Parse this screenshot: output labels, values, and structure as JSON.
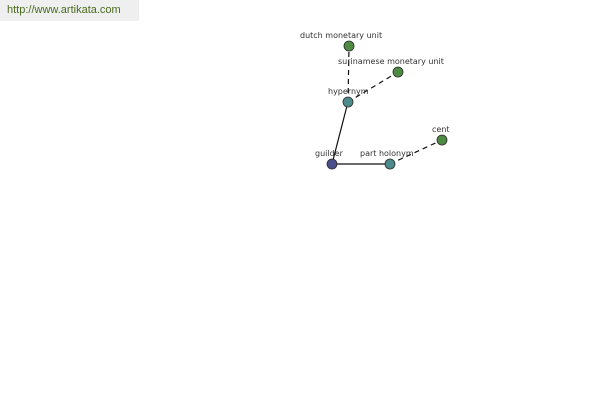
{
  "banner": {
    "url_text": "http://www.artikata.com"
  },
  "graph": {
    "nodes": [
      {
        "id": "guilder",
        "label": "guilder",
        "role": "center",
        "color": "#4b4f8e"
      },
      {
        "id": "hypernym",
        "label": "hypernym",
        "role": "relation",
        "color": "#4d8a8a"
      },
      {
        "id": "part-holonym",
        "label": "part holonym",
        "role": "relation",
        "color": "#4d8a8a"
      },
      {
        "id": "dutch-monetary-unit",
        "label": "dutch monetary unit",
        "role": "term",
        "color": "#4f8a43"
      },
      {
        "id": "surinamese-monetary-unit",
        "label": "surinamese monetary unit",
        "role": "term",
        "color": "#4f8a43"
      },
      {
        "id": "cent",
        "label": "cent",
        "role": "term",
        "color": "#4f8a43"
      }
    ],
    "edges": [
      {
        "from": "guilder",
        "to": "hypernym",
        "style": "solid"
      },
      {
        "from": "guilder",
        "to": "part-holonym",
        "style": "solid"
      },
      {
        "from": "hypernym",
        "to": "dutch-monetary-unit",
        "style": "dashed"
      },
      {
        "from": "hypernym",
        "to": "surinamese-monetary-unit",
        "style": "dashed"
      },
      {
        "from": "part-holonym",
        "to": "cent",
        "style": "dashed"
      }
    ]
  }
}
